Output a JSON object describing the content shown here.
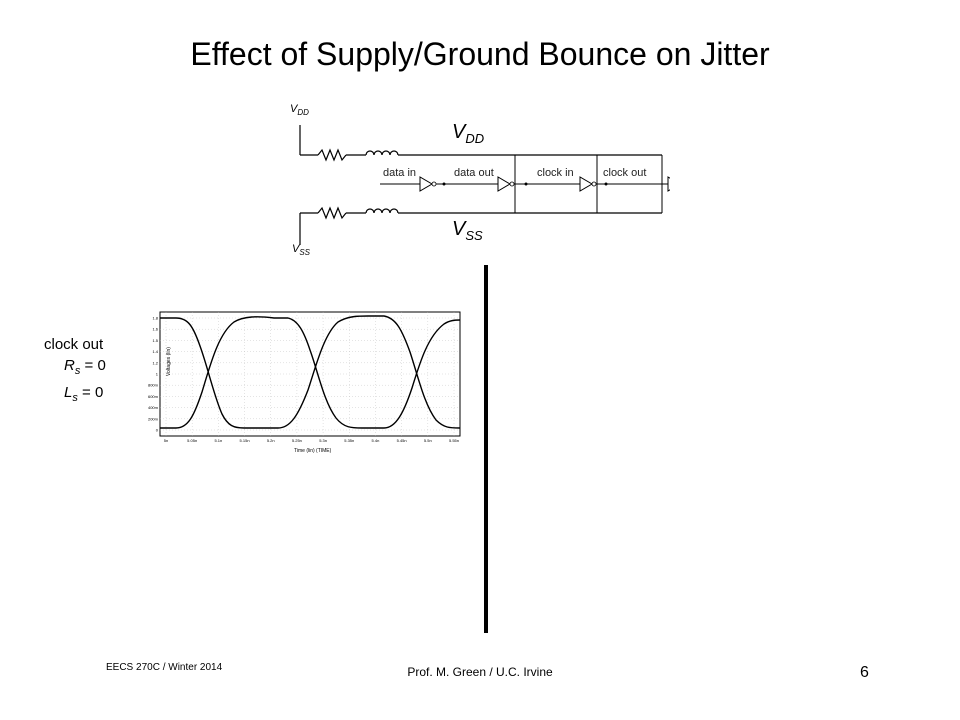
{
  "slide": {
    "title": "Effect of Supply/Ground Bounce on Jitter",
    "page_number": "6"
  },
  "circuit": {
    "vdd_label": "V",
    "vdd_sub": "DD",
    "vss_label": "V",
    "vss_sub": "SS",
    "vdd_mid_label": "V",
    "vdd_mid_sub": "DD",
    "vss_mid_label": "V",
    "vss_mid_sub": "SS",
    "signals": [
      "data in",
      "data out",
      "clock in",
      "clock out"
    ]
  },
  "waveform": {
    "label": "clock out",
    "rs_sym": "R",
    "rs_sub": "s",
    "rs_val": " = 0",
    "ls_sym": "L",
    "ls_sub": "s",
    "ls_val": " = 0",
    "y_ticks": [
      "1.8",
      "1.6",
      "1.5",
      "1.4",
      "1.2",
      "1",
      "800m",
      "600m",
      "400m",
      "200m",
      "0"
    ],
    "x_ticks": [
      "5n",
      "5.05n",
      "5.1n",
      "5.15n",
      "5.2n",
      "5.25n",
      "5.3n",
      "5.35n",
      "5.4n",
      "5.45n",
      "5.5n",
      "5.55n"
    ],
    "x_axis_label": "Time (lin) (TIME)",
    "y_axis_label": "Voltages (lin)"
  },
  "footer": {
    "course": "EECS 270C / Winter 2014",
    "instructor": "Prof. M. Green / U.C. Irvine"
  }
}
